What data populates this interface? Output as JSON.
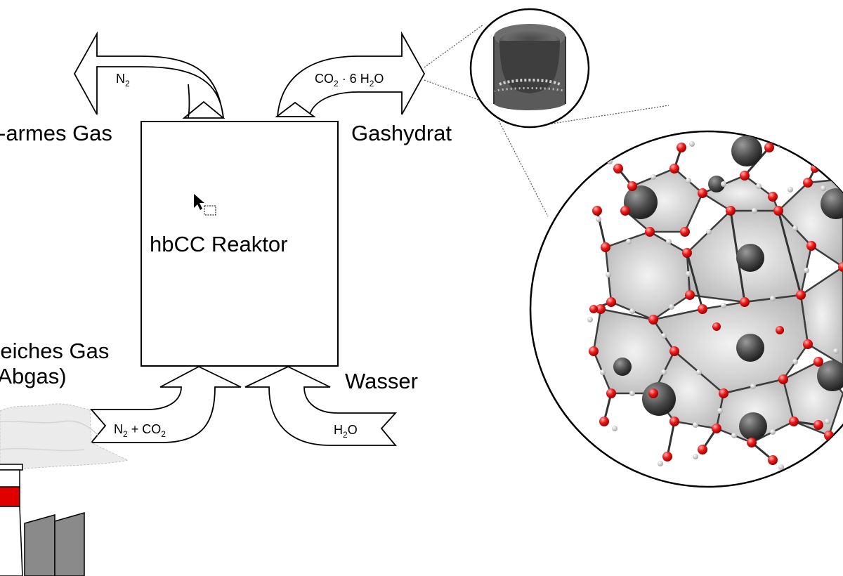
{
  "labels": {
    "out_left_big": "-armes Gas",
    "out_right_big": "Gashydrat",
    "in_left_big_1": "reiches Gas",
    "in_left_big_2": "(Abgas)",
    "in_right_big": "Wasser",
    "reactor": "hbCC Reaktor"
  },
  "arrows": {
    "n2_out": {
      "main": "N",
      "sub": "2"
    },
    "hydrate_out": {
      "p1": "CO",
      "s1": "2",
      "p2": " · 6 H",
      "s2": "2",
      "p3": "O"
    },
    "gas_in": {
      "p1": "N",
      "s1": "2",
      "p2": " + CO",
      "s2": "2"
    },
    "water_in": {
      "p1": "H",
      "s1": "2",
      "p2": "O"
    }
  },
  "icons": [
    "mouse-cursor-icon",
    "factory-icon",
    "smoke-icon",
    "sample-photo",
    "molecule-structure"
  ],
  "colors": {
    "oxygen": "#ee1a1a",
    "hydrogen": "#d9d9d9",
    "guest_molecule": "#4a4a4a",
    "cage": "#bdbdbd",
    "factory_stripe": "#e00000",
    "factory_body": "#8a8a8a"
  }
}
